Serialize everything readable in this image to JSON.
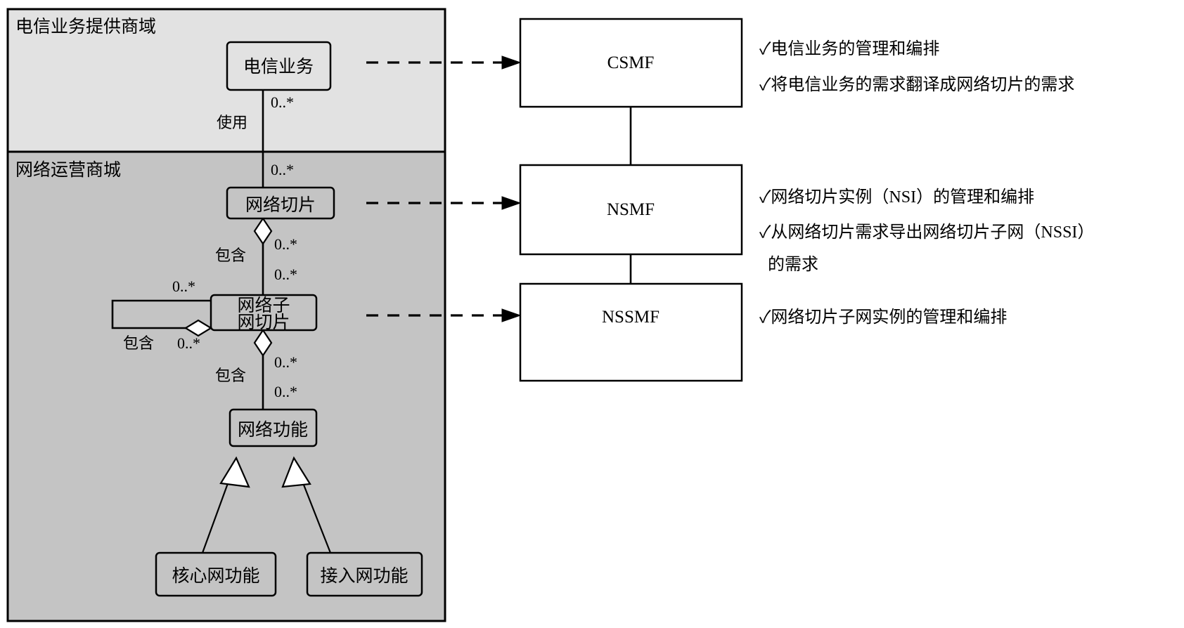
{
  "diagram": {
    "title_domains": [
      {
        "id": "service-provider",
        "label": "电信业务提供商域",
        "fill": "#e2e2e2"
      },
      {
        "id": "network-operator",
        "label": "网络运营商城",
        "fill": "#c4c4c4"
      }
    ],
    "classes": [
      {
        "id": "telecom-service",
        "label": "电信业务"
      },
      {
        "id": "network-slice",
        "label": "网络切片"
      },
      {
        "id": "network-subnet-slice",
        "label_line1": "网络子",
        "label_line2": "网切片"
      },
      {
        "id": "network-function",
        "label": "网络功能"
      },
      {
        "id": "core-network-function",
        "label": "核心网功能"
      },
      {
        "id": "access-network-function",
        "label": "接入网功能"
      }
    ],
    "multiplicities": {
      "service_to_slice_top": "0..*",
      "service_to_slice_bottom": "0..*",
      "slice_to_subnet_top": "0..*",
      "slice_to_subnet_bottom": "0..*",
      "subnet_self_top": "0..*",
      "subnet_self_bottom": "0..*",
      "subnet_to_nf_top": "0..*",
      "subnet_to_nf_bottom": "0..*"
    },
    "roles": {
      "use": "使用",
      "contains_slice_subnet": "包含",
      "contains_subnet_self": "包含",
      "contains_subnet_nf": "包含"
    },
    "management_functions": [
      {
        "id": "csmf",
        "label": "CSMF",
        "notes": [
          "✓电信业务的管理和编排",
          "✓将电信业务的需求翻译成网络切片的需求"
        ]
      },
      {
        "id": "nsmf",
        "label": "NSMF",
        "notes": [
          "✓网络切片实例（NSI）的管理和编排",
          "✓从网络切片需求导出网络切片子网（NSSI）",
          "  的需求"
        ]
      },
      {
        "id": "nssmf",
        "label": "NSSMF",
        "notes": [
          "✓网络切片子网实例的管理和编排"
        ]
      }
    ],
    "colors": {
      "upper_domain_bg": "#e2e2e2",
      "lower_domain_bg": "#c4c4c4",
      "mgmt_box_bg": "#ffffff",
      "stroke": "#000000"
    }
  }
}
